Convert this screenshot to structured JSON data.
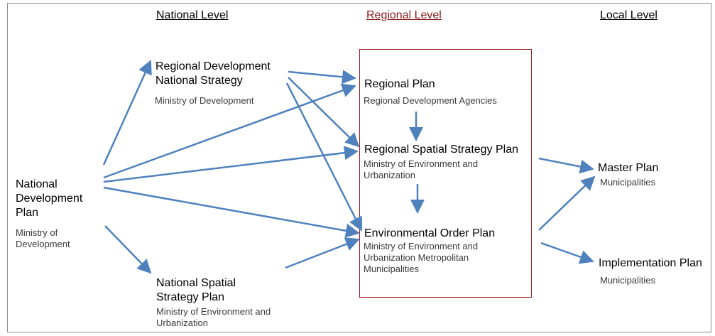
{
  "levels": {
    "national": "National Level",
    "regional": "Regional Level",
    "local": "Local Level"
  },
  "nodes": {
    "national_development_plan": {
      "title_lines": [
        "National",
        "Development",
        "Plan"
      ],
      "sub_lines": [
        "Ministry of",
        "Development"
      ]
    },
    "regional_development_national_strategy": {
      "title_lines": [
        "Regional Development",
        "National Strategy"
      ],
      "sub_lines": [
        "Ministry of Development"
      ]
    },
    "national_spatial_strategy_plan": {
      "title_lines": [
        "National Spatial",
        "Strategy Plan"
      ],
      "sub_lines": [
        "Ministry of Environment and",
        "Urbanization"
      ]
    },
    "regional_plan": {
      "title_lines": [
        "Regional Plan"
      ],
      "sub_lines": [
        "Regional Development Agencies"
      ]
    },
    "regional_spatial_strategy_plan": {
      "title_lines": [
        "Regional Spatial Strategy Plan"
      ],
      "sub_lines": [
        "Ministry of Environment and",
        "Urbanization"
      ]
    },
    "environmental_order_plan": {
      "title_lines": [
        "Environmental Order Plan"
      ],
      "sub_lines": [
        "Ministry of Environment and",
        "Urbanization Metropolitan",
        "Municipalities"
      ]
    },
    "master_plan": {
      "title_lines": [
        "Master Plan"
      ],
      "sub_lines": [
        "Municipalities"
      ]
    },
    "implementation_plan": {
      "title_lines": [
        "Implementation Plan"
      ],
      "sub_lines": [
        "Municipalities"
      ]
    }
  },
  "colors": {
    "arrow": "#4f81bd",
    "regional_box": "#9b1c1c",
    "regional_heading": "#8b1a1a"
  }
}
